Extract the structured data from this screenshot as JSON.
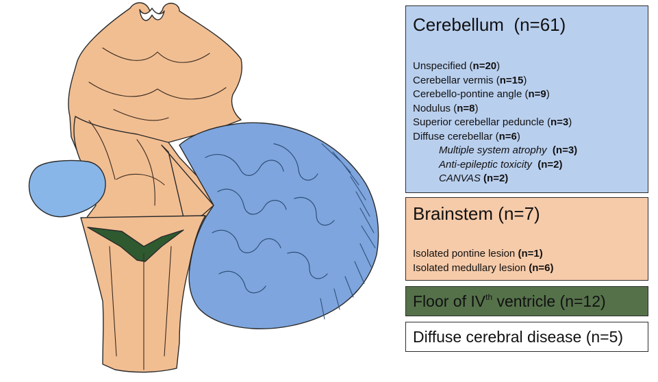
{
  "colors": {
    "cerebellum": "#b9cfee",
    "brainstem": "#f6cbaa",
    "floor_ventricle": "#55714a",
    "diffuse_cerebral": "#ffffff",
    "illustration_brainstem": "#f1be92",
    "illustration_cerebellum": "#7ea5dd",
    "illustration_flocculus": "#88b6e8",
    "illustration_fourth_ventricle": "#2f5a30"
  },
  "boxes": {
    "cerebellum": {
      "title": "Cerebellum",
      "count": "(n=61)",
      "items": [
        {
          "label": "Unspecified (",
          "count": "n=20",
          "close": ")"
        },
        {
          "label": "Cerebellar vermis  (",
          "count": "n=15",
          "close": ")"
        },
        {
          "label": "Cerebello-pontine angle (",
          "count": "n=9",
          "close": ")"
        },
        {
          "label": "Nodulus (",
          "count": "n=8",
          "close": ")"
        },
        {
          "label": "Superior cerebellar peduncle (",
          "count": "n=3",
          "close": ")"
        },
        {
          "label": "Diffuse cerebellar (",
          "count": "n=6",
          "close": ")"
        },
        {
          "label": "Multiple system atrophy",
          "count": "(n=3)",
          "close": ""
        },
        {
          "label": "Anti-epileptic toxicity",
          "count": "(n=2)",
          "close": ""
        },
        {
          "label": "CANVAS",
          "count": "(n=2)",
          "close": ""
        }
      ]
    },
    "brainstem": {
      "title": "Brainstem",
      "count": "(n=7)",
      "items": [
        {
          "label": "Isolated pontine lesion",
          "count": "(n=1)"
        },
        {
          "label": "Isolated medullary lesion",
          "count": "(n=6)"
        }
      ]
    },
    "floor": {
      "title_pre": "Floor of IV",
      "title_sup": "th",
      "title_post": " ventricle (n=12)"
    },
    "diffuse": {
      "title": "Diffuse cerebral disease (n=5)"
    }
  }
}
